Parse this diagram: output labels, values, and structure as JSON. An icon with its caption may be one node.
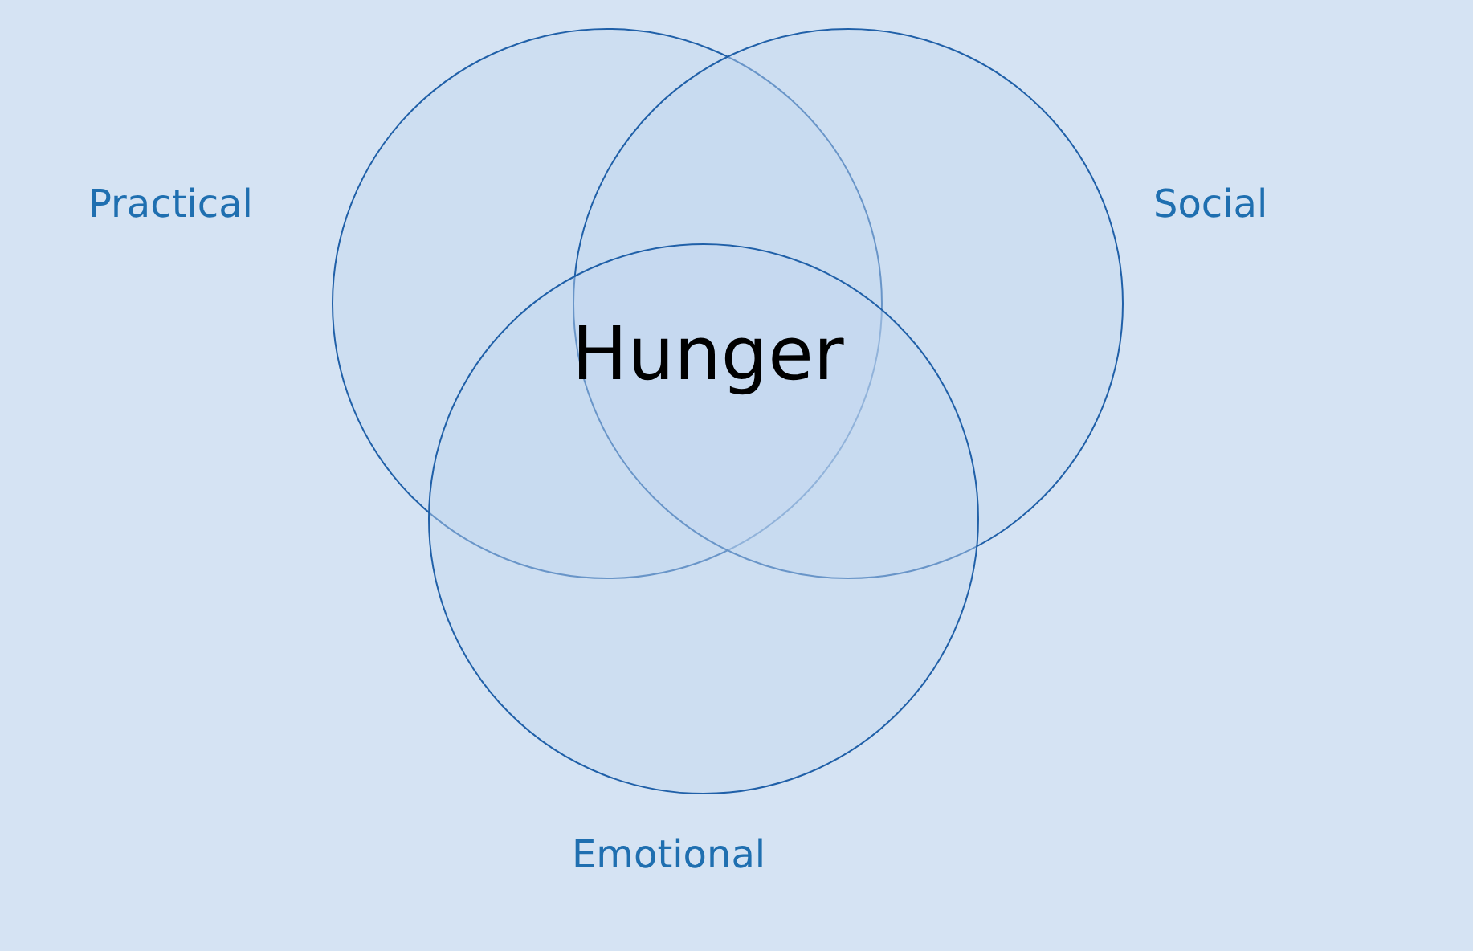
{
  "diagram": {
    "nodes": [
      {
        "text": [
          "Practical"
        ]
      },
      {
        "text": [
          "Social"
        ]
      },
      {
        "text": [
          "Emotional"
        ]
      }
    ],
    "labels": [
      "Hunger"
    ]
  }
}
